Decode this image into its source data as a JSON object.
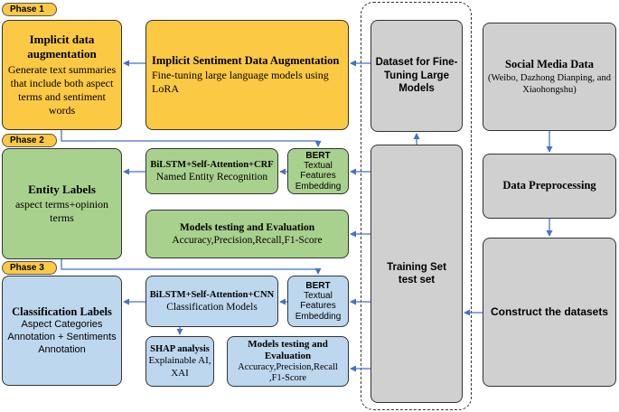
{
  "phases": {
    "p1": "Phase 1",
    "p2": "Phase 2",
    "p3": "Phase 3"
  },
  "phase1": {
    "implicit_aug": {
      "title": "Implicit data augmentation",
      "desc": "Generate text summaries that include both aspect terms and sentiment words"
    },
    "sent_aug": {
      "title": "Implicit Sentiment Data Augmentation",
      "desc": "Fine-tuning large language models using LoRA"
    }
  },
  "center": {
    "finetune_dataset": "Dataset for Fine-Tuning Large Models",
    "training_set": "Training Set",
    "test_set": "test set"
  },
  "right": {
    "social_title": "Social Media Data",
    "social_desc": "(Weibo, Dazhong Dianping, and Xiaohongshu)",
    "preprocess": "Data Preprocessing",
    "construct": "Construct the datasets"
  },
  "phase2": {
    "entity_title": "Entity Labels",
    "entity_desc": "aspect terms+opinion terms",
    "model_title": "BiLSTM+Self-Attention+CRF",
    "model_desc": "Named Entity Recognition",
    "bert_title": "BERT",
    "bert_desc": "Textual Features Embedding",
    "eval_title": "Models testing and Evaluation",
    "eval_desc": "Accuracy,Precision,Recall,F1-Score"
  },
  "phase3": {
    "class_title": "Classification Labels",
    "class_desc": "Aspect Categories Annotation + Sentiments Annotation",
    "model_title": "BiLSTM+Self-Attention+CNN",
    "model_desc": "Classification Models",
    "bert_title": "BERT",
    "bert_desc": "Textual Features Embedding",
    "shap_title": "SHAP analysis",
    "shap_desc": "Explainable AI, XAI",
    "eval_title": "Models testing and Evaluation",
    "eval_desc1": "Accuracy,Precision,Recall",
    "eval_desc2": ",F1-Score"
  },
  "colors": {
    "phase1": "#fbc943",
    "phase2": "#a9d18e",
    "phase3": "#bdd7ee",
    "data": "#d0d0d0",
    "arrow": "#4472c4"
  }
}
